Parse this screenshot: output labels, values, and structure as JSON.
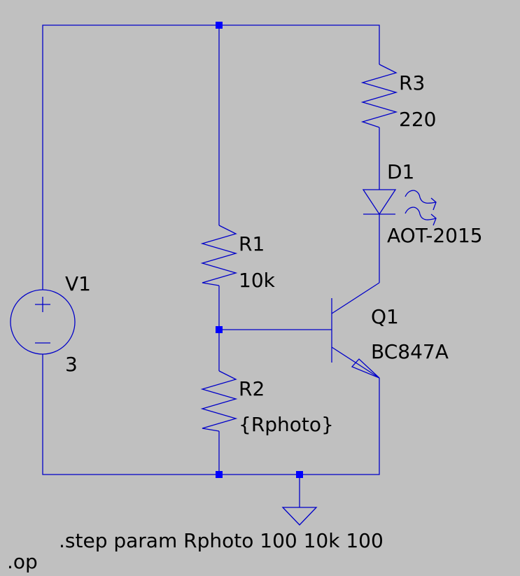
{
  "components": {
    "v1": {
      "name": "V1",
      "value": "3"
    },
    "r1": {
      "name": "R1",
      "value": "10k"
    },
    "r2": {
      "name": "R2",
      "value": "{Rphoto}"
    },
    "r3": {
      "name": "R3",
      "value": "220"
    },
    "d1": {
      "name": "D1",
      "value": "AOT-2015"
    },
    "q1": {
      "name": "Q1",
      "value": "BC847A"
    }
  },
  "directives": {
    "step": ".step param Rphoto 100 10k 100",
    "op": ".op"
  },
  "colors": {
    "background": "#c0c0c0",
    "wire": "#0000c8",
    "junction": "#0000ff"
  }
}
